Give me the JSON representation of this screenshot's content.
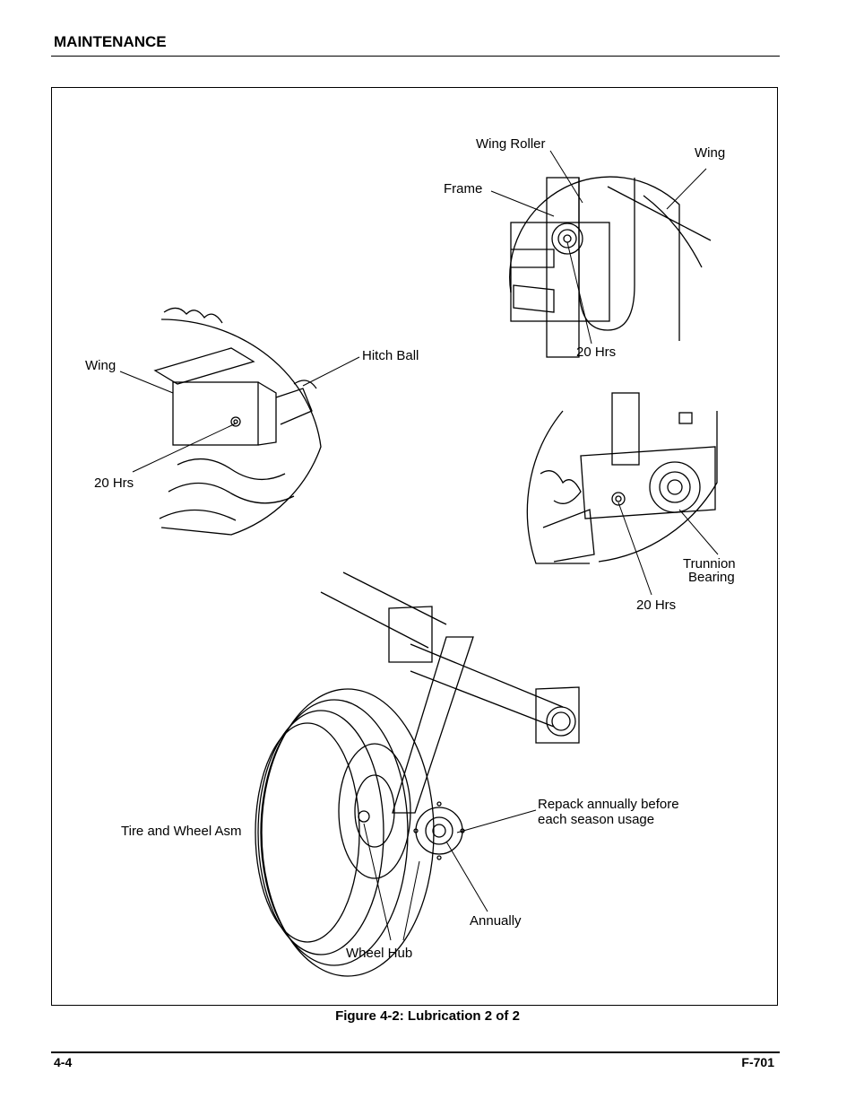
{
  "header": {
    "title": "MAINTENANCE"
  },
  "figure": {
    "caption": "Figure 4-2:  Lubrication 2 of 2",
    "labels": {
      "wing_roller": "Wing Roller",
      "wing_top": "Wing",
      "frame": "Frame",
      "hrs_top": "20 Hrs",
      "wing_left": "Wing",
      "hitch_ball": "Hitch Ball",
      "hrs_left": "20 Hrs",
      "trunnion_line1": "Trunnion",
      "trunnion_line2": "Bearing",
      "hrs_right": "20 Hrs",
      "repack_line1": "Repack annually before",
      "repack_line2": "each season usage",
      "tire_wheel": "Tire and Wheel Asm",
      "annually": "Annually",
      "wheel_hub": "Wheel Hub"
    }
  },
  "footer": {
    "page_number": "4-4",
    "doc_id": "F-701"
  }
}
